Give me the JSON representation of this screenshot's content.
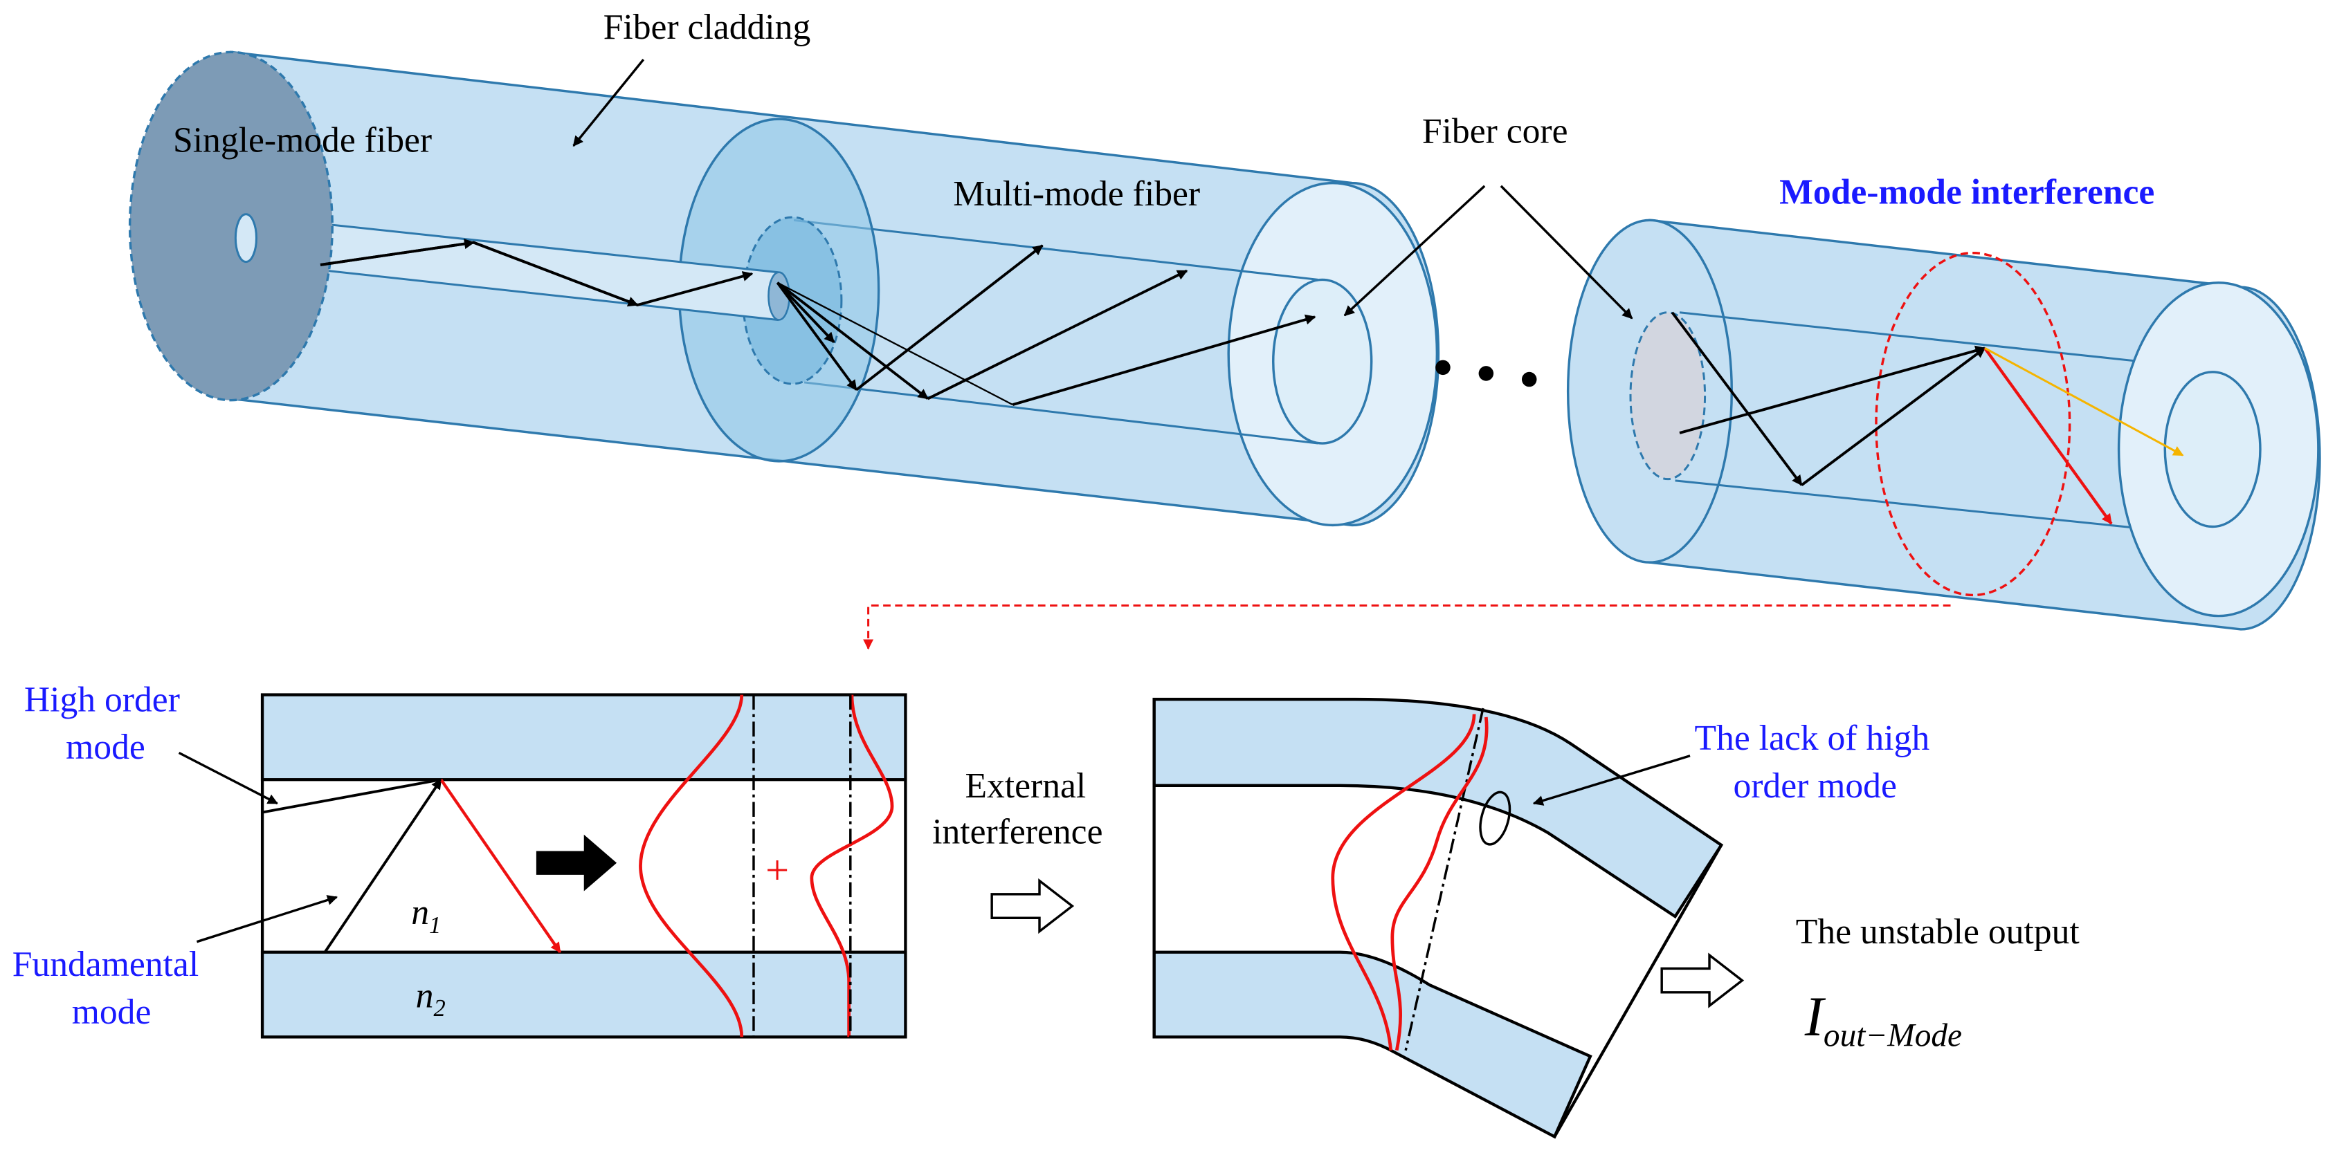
{
  "labels": {
    "fiber_cladding": "Fiber cladding",
    "single_mode_fiber": "Single-mode fiber",
    "multi_mode_fiber": "Multi-mode fiber",
    "fiber_core": "Fiber core",
    "mode_mode_interference": "Mode-mode interference",
    "high_order_mode_line1": "High order",
    "high_order_mode_line2": "mode",
    "fundamental_mode_line1": "Fundamental",
    "fundamental_mode_line2": "mode",
    "n1_base": "n",
    "n1_sub": "1",
    "n2_base": "n",
    "n2_sub": "2",
    "plus": "+",
    "external_interference_line1": "External",
    "external_interference_line2": "interference",
    "lack_high_order_line1": "The lack of  high",
    "lack_high_order_line2": "order mode",
    "unstable_output": "The unstable output",
    "output_symbol_base": "I",
    "output_symbol_sub": "out−Mode"
  },
  "colors": {
    "fiber_fill": "#c5e0f3",
    "fiber_fill_light": "#e2f0fa",
    "fiber_stroke": "#2e79ad",
    "endcap_dark": "#7d9bb6",
    "ray_black": "#000000",
    "ray_red": "#ee1111",
    "ray_orange": "#f5b400",
    "text_blue": "#1a1aff"
  }
}
